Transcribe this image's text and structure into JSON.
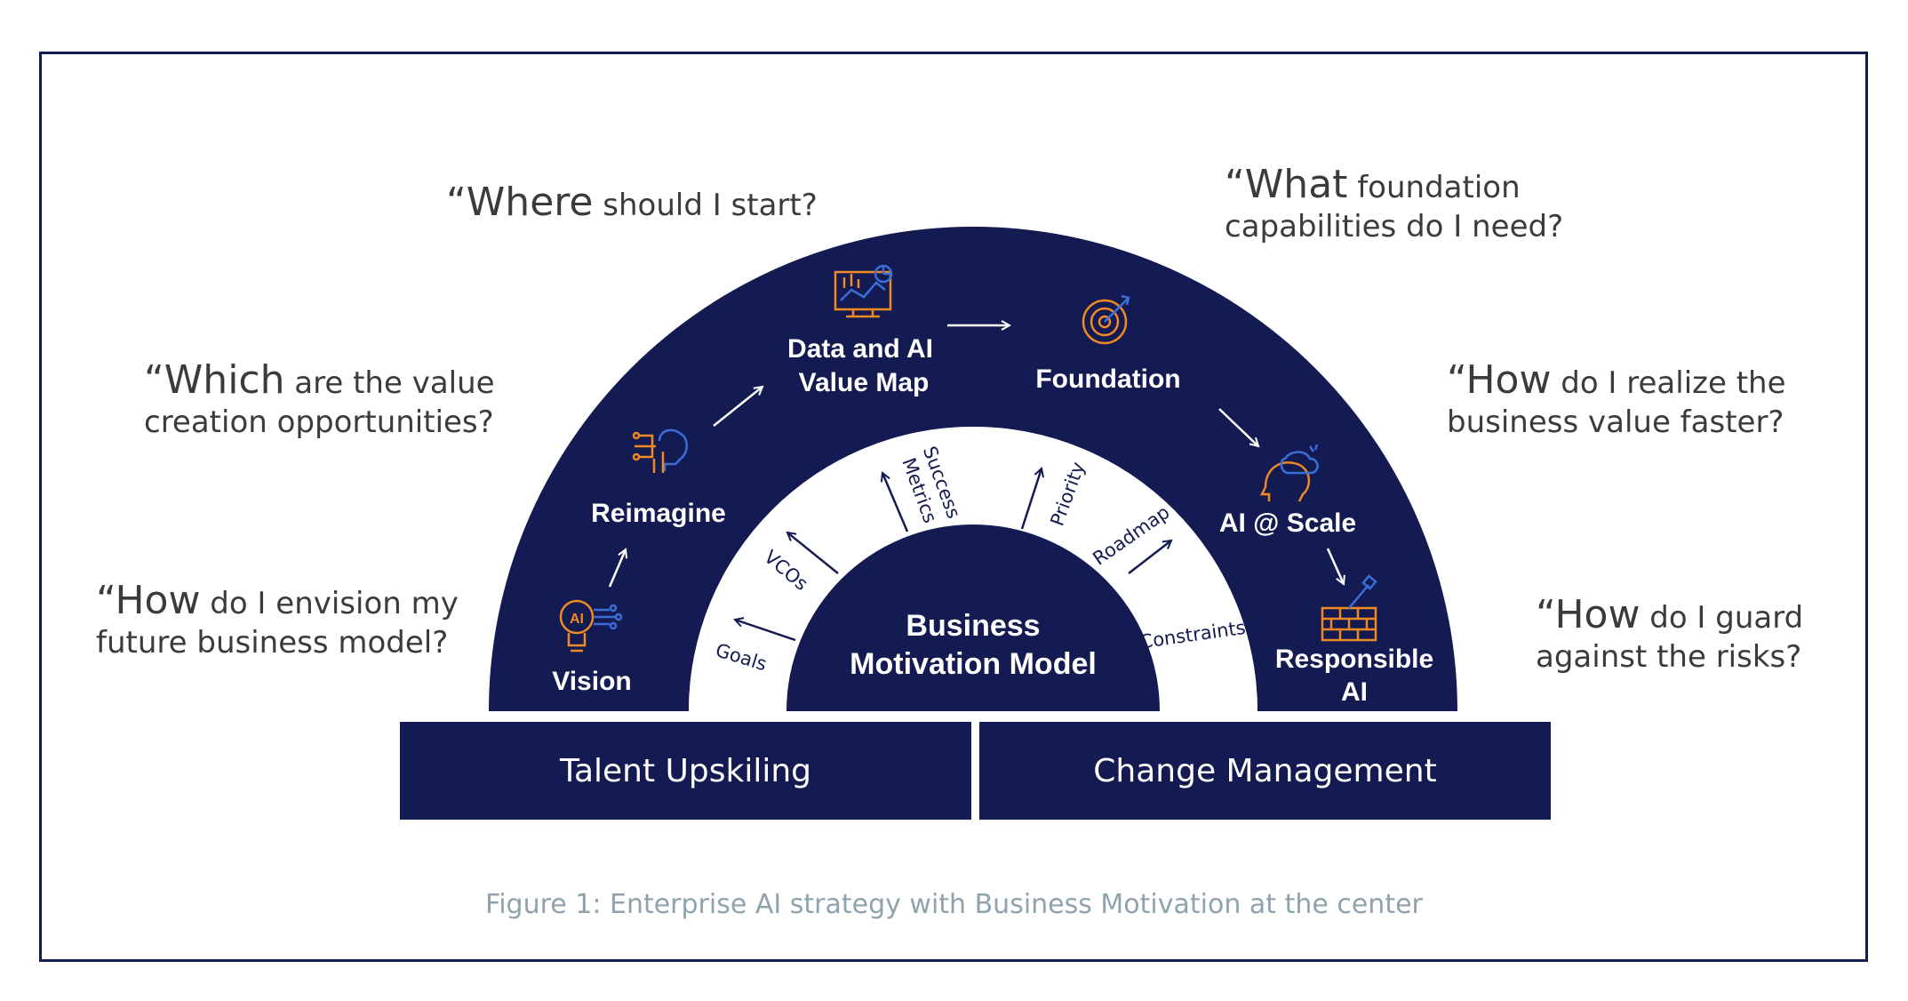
{
  "questions": {
    "vision": {
      "lead": "“How",
      "rest": " do I envision my",
      "line2": "future business model?"
    },
    "reimagine": {
      "lead": "“Which",
      "rest": " are the value",
      "line2": "creation opportunities?"
    },
    "value_map": {
      "lead": "“Where",
      "rest": " should I start?"
    },
    "foundation": {
      "lead": "“What",
      "rest": " foundation",
      "line2": "capabilities do I need?"
    },
    "scale": {
      "lead": "“How",
      "rest": " do I realize the",
      "line2": "business value faster?"
    },
    "responsible": {
      "lead": "“How",
      "rest": " do I guard",
      "line2": "against the risks?"
    }
  },
  "stages": {
    "vision": "Vision",
    "reimagine": "Reimagine",
    "value_map_1": "Data and AI",
    "value_map_2": "Value Map",
    "foundation": "Foundation",
    "scale": "AI @ Scale",
    "responsible_1": "Responsible",
    "responsible_2": "AI"
  },
  "center": {
    "line1": "Business",
    "line2": "Motivation Model"
  },
  "inner_labels": {
    "goals": "Goals",
    "vcos": "VCOs",
    "success_1": "Success",
    "success_2": "Metrics",
    "priority": "Priority",
    "roadmap": "Roadmap",
    "constraints": "Constraints"
  },
  "bars": {
    "left": "Talent Upskiling",
    "right": "Change Management"
  },
  "caption": "Figure 1: Enterprise AI strategy with Business Motivation at the center",
  "colors": {
    "navy": "#141a52",
    "orange": "#f08a24",
    "blue": "#3b6fd8",
    "caption": "#8ea3ad"
  }
}
